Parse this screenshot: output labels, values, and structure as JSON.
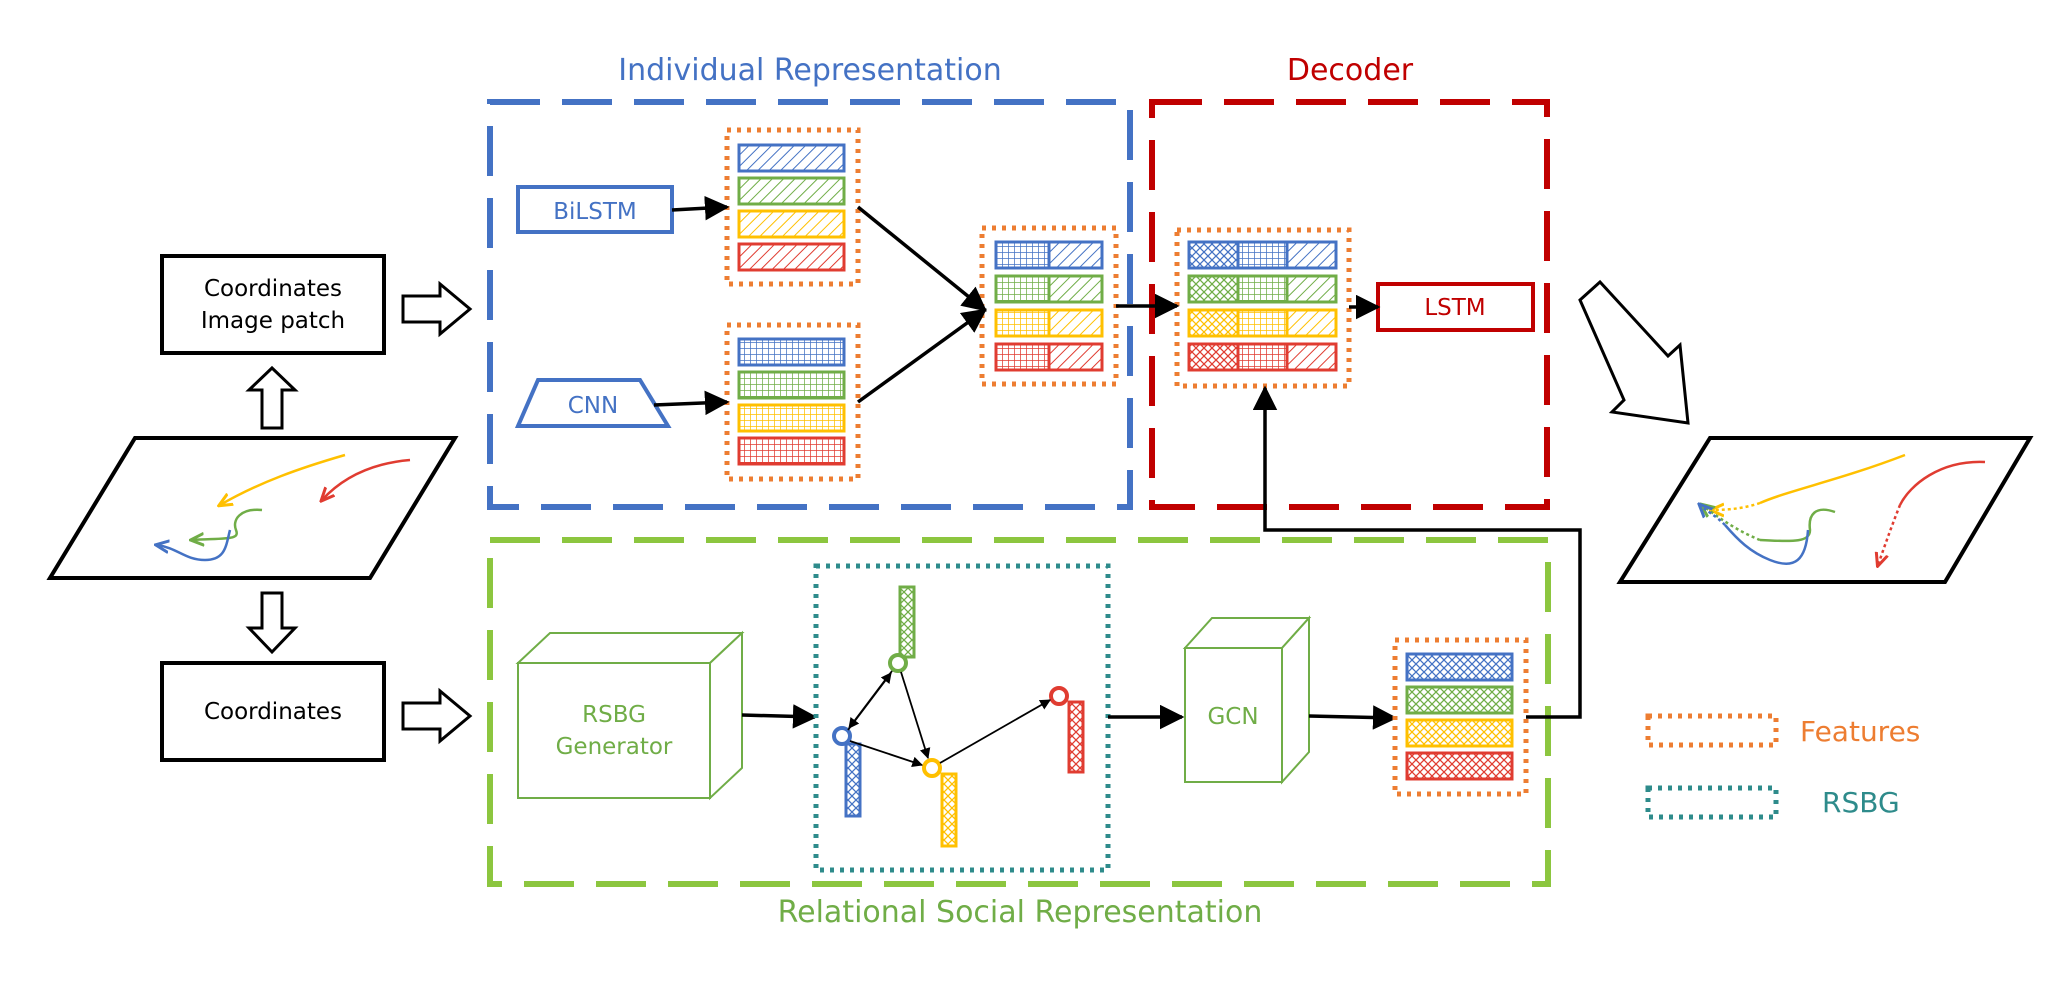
{
  "titles": {
    "individual": "Individual Representation",
    "decoder": "Decoder",
    "relational": "Relational Social Representation"
  },
  "boxes": {
    "input_top_line1": "Coordinates",
    "input_top_line2": "Image patch",
    "input_bottom": "Coordinates",
    "bilstm": "BiLSTM",
    "cnn": "CNN",
    "lstm": "LSTM",
    "rsbg_line1": "RSBG",
    "rsbg_line2": "Generator",
    "gcn": "GCN"
  },
  "legend": {
    "features": "Features",
    "rsbg": "RSBG"
  },
  "colors": {
    "blue": "#4472C4",
    "green": "#70AD47",
    "yellow": "#FFC000",
    "red": "#E03C31",
    "orange": "#ED7D31",
    "teal": "#2E8B8B",
    "individual_border": "#4472C4",
    "decoder_border": "#C00000",
    "relational_border": "#8CC63F",
    "decoder_title": "#C00000",
    "relational_title": "#70AD47",
    "individual_title": "#4472C4"
  }
}
